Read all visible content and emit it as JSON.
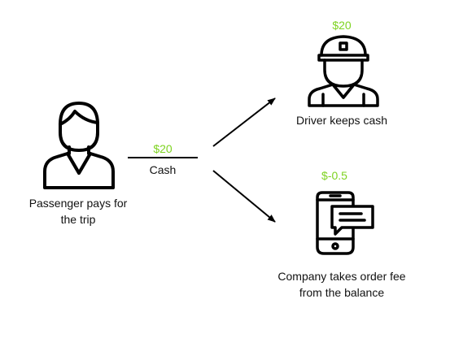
{
  "colors": {
    "amount_green": "#7ed321",
    "stroke": "#000000"
  },
  "passenger": {
    "icon": "passenger-icon",
    "label_line1": "Passenger pays for",
    "label_line2": "the trip"
  },
  "payment": {
    "amount": "$20",
    "method": "Cash"
  },
  "driver": {
    "icon": "driver-icon",
    "amount": "$20",
    "label": "Driver keeps cash"
  },
  "company": {
    "icon": "phone-message-icon",
    "amount": "$-0.5",
    "label_line1": "Company takes order fee",
    "label_line2": "from the balance"
  }
}
